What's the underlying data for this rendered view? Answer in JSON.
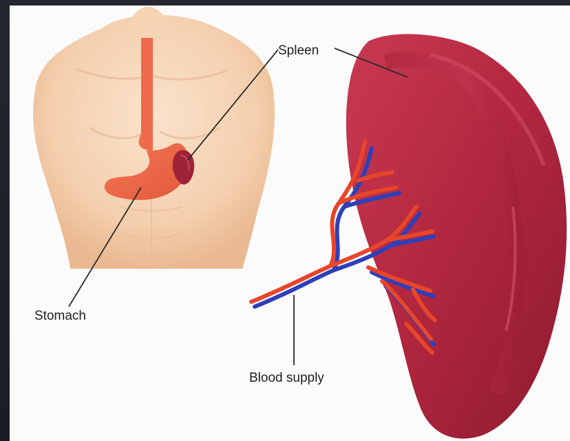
{
  "labels": {
    "spleen": "Spleen",
    "stomach": "Stomach",
    "blood_supply": "Blood supply"
  },
  "colors": {
    "background": "#1b1f26",
    "panel": "#fbfbfb",
    "skin": "#f6d4b3",
    "stomach": "#ef6a48",
    "spleen": "#b2283f",
    "artery": "#e8452a",
    "vein": "#2f3fb8",
    "leader_line": "#2a2a2a"
  }
}
